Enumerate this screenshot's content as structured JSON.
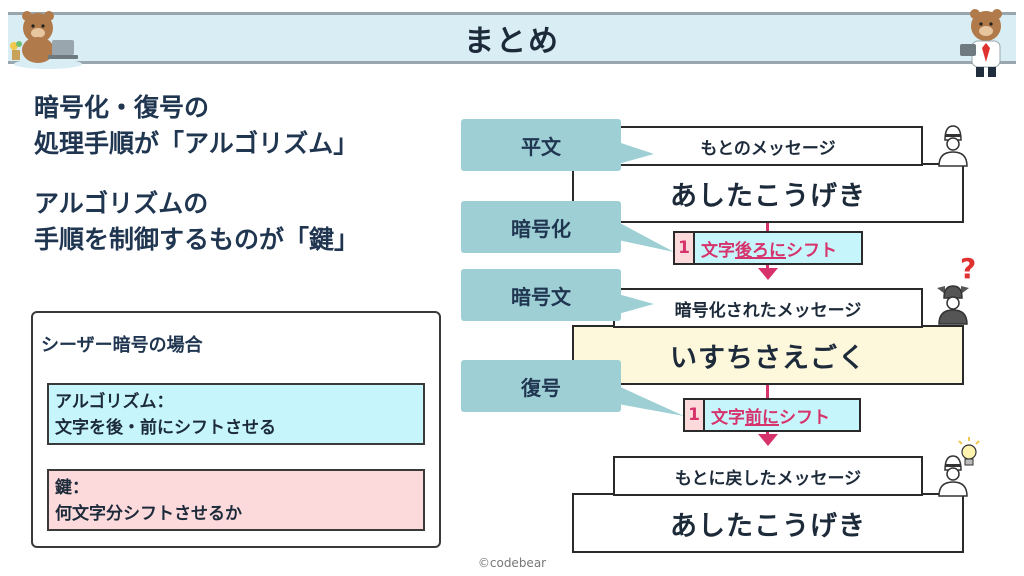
{
  "title": "まとめ",
  "lead": {
    "line1": "暗号化・復号の",
    "line2": "処理手順が「アルゴリズム」",
    "line3": "アルゴリズムの",
    "line4": "手順を制御するものが「鍵」"
  },
  "caesar": {
    "title": "シーザー暗号の場合",
    "algo_line1": "アルゴリズム：",
    "algo_line2": "文字を後・前にシフトさせる",
    "key_line1": "鍵：",
    "key_line2": "何文字分シフトさせるか"
  },
  "flow": {
    "plaintext_tag": "平文",
    "plaintext_label": "もとのメッセージ",
    "plaintext_value": "あしたこうげき",
    "encrypt_tag": "暗号化",
    "encrypt_num": "1",
    "encrypt_text_a": "文字",
    "encrypt_text_b": "後ろに",
    "encrypt_text_c": "シフト",
    "ciphertext_tag": "暗号文",
    "ciphertext_label": "暗号化されたメッセージ",
    "ciphertext_value": "いすちさえごく",
    "decrypt_tag": "復号",
    "decrypt_num": "1",
    "decrypt_text_a": "文字",
    "decrypt_text_b": "前に",
    "decrypt_text_c": "シフト",
    "restored_label": "もとに戻したメッセージ",
    "restored_value": "あしたこうげき",
    "question_mark": "?"
  },
  "colors": {
    "tag": "#9dcfd4",
    "algo_bg": "#c6f6fb",
    "key_bg": "#fcdadb",
    "cipher_bg": "#fdf7dc",
    "accent": "#d6336c"
  },
  "credit": "©codebear"
}
